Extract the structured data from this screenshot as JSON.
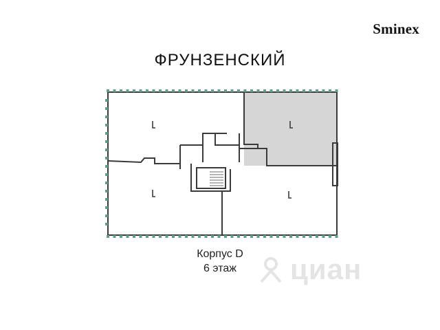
{
  "brand": {
    "name": "Sminex"
  },
  "header": {
    "title": "ФРУНЗЕНСКИЙ"
  },
  "plan": {
    "highlight_color": "#d6d6d6",
    "wall_color": "#3a3a3a",
    "window_color": "#7ab3a3"
  },
  "caption": {
    "building": "Корпус D",
    "floor": "6 этаж"
  },
  "watermark": {
    "text": "циан",
    "icon": "cian-logo-icon"
  }
}
